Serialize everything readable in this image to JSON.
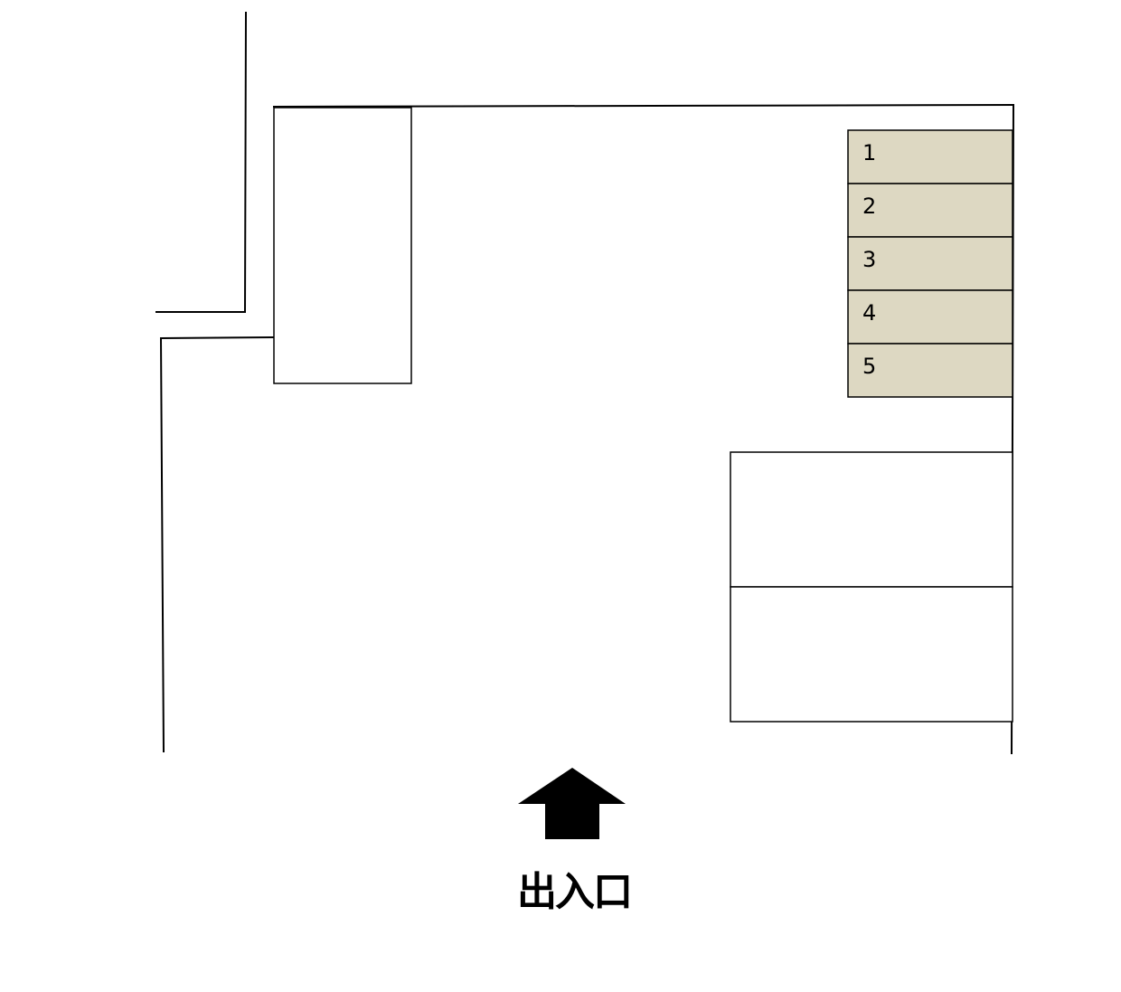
{
  "colors": {
    "space_fill": "#ddd8c2",
    "line": "#000000",
    "background": "#ffffff"
  },
  "parking_spaces": [
    {
      "number": "1"
    },
    {
      "number": "2"
    },
    {
      "number": "3"
    },
    {
      "number": "4"
    },
    {
      "number": "5"
    }
  ],
  "entrance": {
    "label": "出入口",
    "icon": "up-arrow-icon"
  }
}
